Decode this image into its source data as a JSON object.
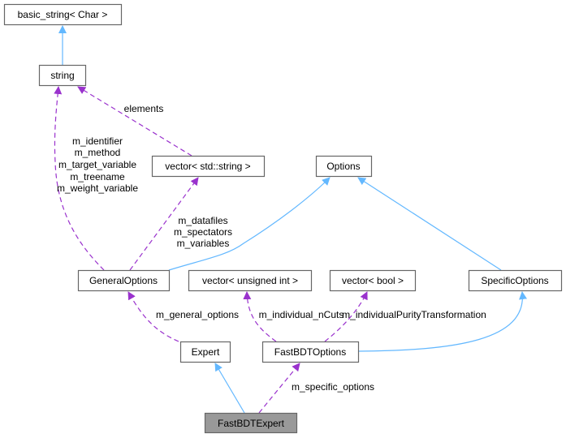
{
  "nodes": {
    "basic_string": "basic_string< Char >",
    "string": "string",
    "vector_string": "vector< std::string >",
    "options": "Options",
    "general_options": "GeneralOptions",
    "vector_uint": "vector< unsigned int >",
    "vector_bool": "vector< bool >",
    "specific_options": "SpecificOptions",
    "expert": "Expert",
    "fastbdt_options": "FastBDTOptions",
    "fastbdt_expert": "FastBDTExpert"
  },
  "edge_labels": {
    "elements": "elements",
    "general_to_string": [
      "m_identifier",
      "m_method",
      "m_target_variable",
      "m_treename",
      "m_weight_variable"
    ],
    "general_to_vector_string": [
      "m_datafiles",
      "m_spectators",
      "m_variables"
    ],
    "general_options": "m_general_options",
    "individual_ncuts": "m_individual_nCuts",
    "individual_purity": "m_individualPurityTransformation",
    "specific_options": "m_specific_options"
  },
  "colors": {
    "inheritance": "#63b8ff",
    "usage": "#9a32cd",
    "current_node_fill": "#999999"
  }
}
